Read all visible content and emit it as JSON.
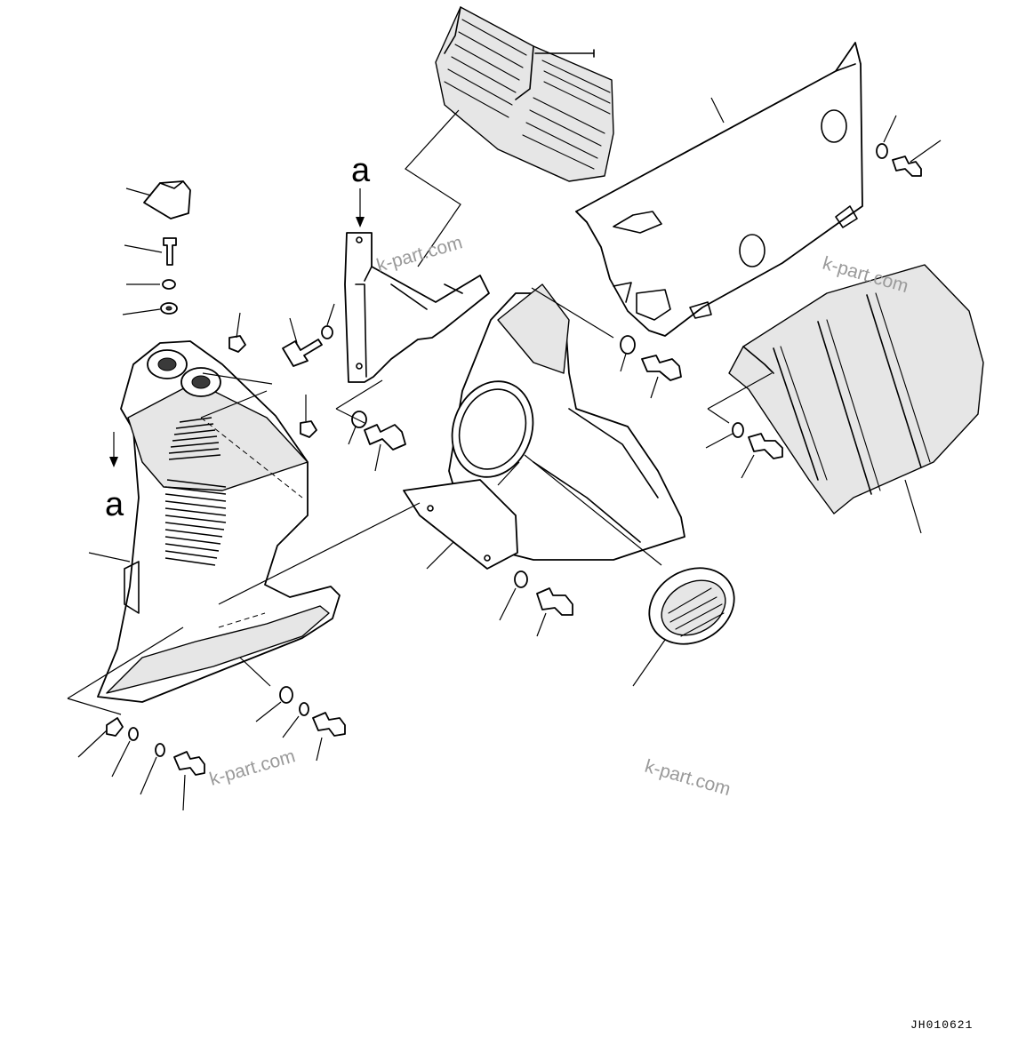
{
  "diagram": {
    "reference_marks": [
      "a",
      "a"
    ],
    "watermarks": [
      "k-part.com",
      "k-part.com",
      "k-part.com",
      "k-part.com"
    ],
    "drawing_code": "JH010621"
  }
}
